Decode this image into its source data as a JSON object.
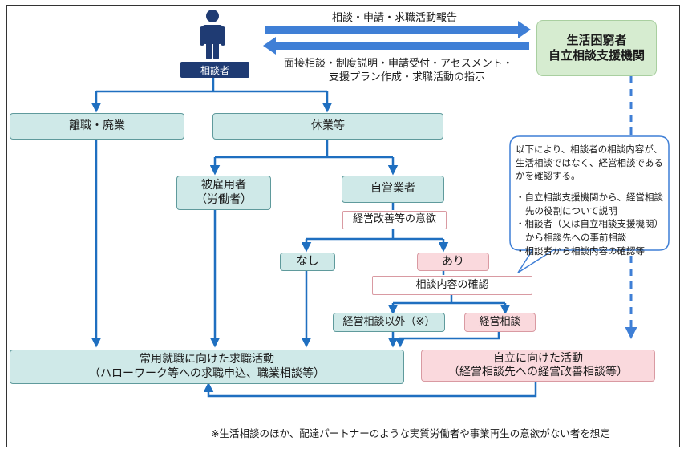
{
  "consultant": {
    "label": "相談者"
  },
  "agency": {
    "line1": "生活困窮者",
    "line2": "自立相談支援機関"
  },
  "top_arrow_label": "相談・申請・求職活動報告",
  "bottom_arrow_label": {
    "line1": "面接相談・制度説明・申請受付・アセスメント・",
    "line2": "支援プラン作成・求職活動の指示"
  },
  "boxes": {
    "separation": "離職・廃業",
    "suspension": "休業等",
    "employee": {
      "line1": "被雇用者",
      "line2": "（労働者）"
    },
    "self_employed": "自営業者",
    "motivation": "経営改善等の意欲",
    "none": "なし",
    "yes": "あり",
    "confirm": "相談内容の確認",
    "other_than_mgmt": "経営相談以外（※）",
    "mgmt_consult": "経営相談",
    "job_search": {
      "line1": "常用就職に向けた求職活動",
      "line2": "（ハローワーク等への求職申込、職業相談等）"
    },
    "independence": {
      "line1": "自立に向けた活動",
      "line2": "（経営相談先への経営改善相談等）"
    }
  },
  "callout": {
    "intro": "以下により、相談者の相談内容が、生活相談ではなく、経営相談であるかを確認する。",
    "items": [
      "・自立相談支援機関から、経営相談先の役割について説明",
      "・相談者（又は自立相談支援機関）から相談先への事前相談",
      "・相談者から相談内容の確認等"
    ]
  },
  "footnote": "※生活相談のほか、配達パートナーのような実質労働者や事業再生の意欲がない者を想定",
  "colors": {
    "arrow_blue": "#1f6fc0",
    "band_blue": "#3f7fd6",
    "teal_fill": "#cfe9e8",
    "pink_fill": "#fad9dd",
    "green_fill": "#d6ecd0",
    "navy": "#1f3b73"
  }
}
